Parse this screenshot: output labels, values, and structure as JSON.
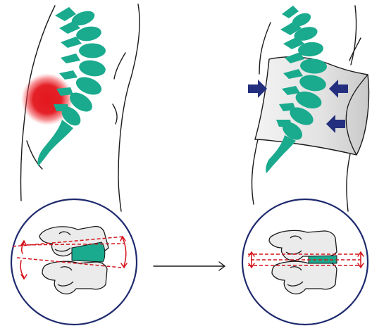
{
  "diagram": {
    "panels": [
      {
        "id": "before",
        "state": "pain",
        "detail": "misaligned-disc"
      },
      {
        "id": "after",
        "state": "supported-by-brace",
        "detail": "aligned-disc"
      }
    ],
    "colors": {
      "spine": "#1aaa8e",
      "pain": "#e3161d",
      "arrow": "#232f7e",
      "circle": "#1e2a6e",
      "bone_fill": "#ebebeb",
      "outline": "#1a1a1a",
      "brace": "#e4e4e4",
      "guide": "#d4121a"
    },
    "icons": [
      "spine-icon",
      "pain-spot-icon",
      "back-brace-icon",
      "compression-arrow-icon",
      "vertebra-icon",
      "transition-arrow-icon"
    ]
  }
}
